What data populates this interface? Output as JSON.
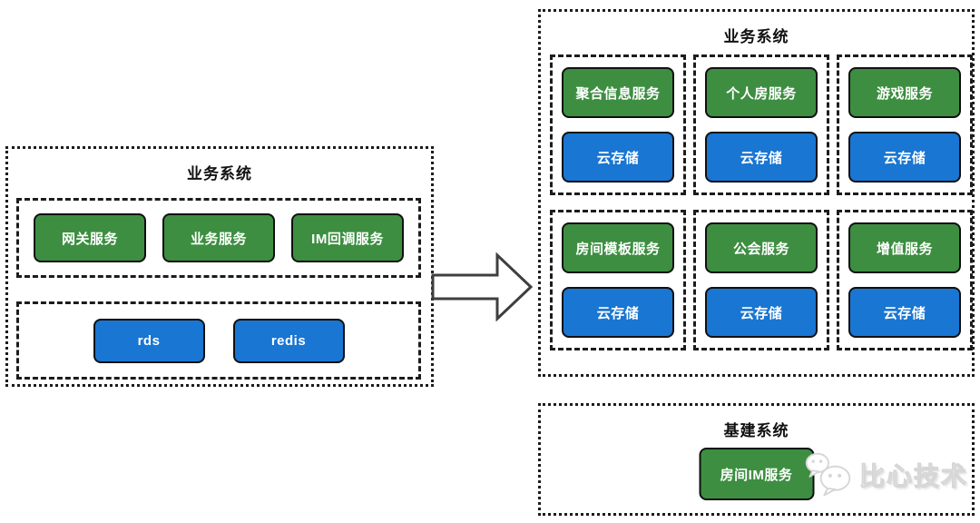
{
  "left_system": {
    "title": "业务系统",
    "services": [
      "网关服务",
      "业务服务",
      "IM回调服务"
    ],
    "datastores": [
      "rds",
      "redis"
    ]
  },
  "right_system": {
    "title": "业务系统",
    "cells": [
      {
        "service": "聚合信息服务",
        "storage": "云存储"
      },
      {
        "service": "个人房服务",
        "storage": "云存储"
      },
      {
        "service": "游戏服务",
        "storage": "云存储"
      },
      {
        "service": "房间模板服务",
        "storage": "云存储"
      },
      {
        "service": "公会服务",
        "storage": "云存储"
      },
      {
        "service": "增值服务",
        "storage": "云存储"
      }
    ]
  },
  "infra_system": {
    "title": "基建系统",
    "service": "房间IM服务"
  },
  "watermark": {
    "text": "比心技术",
    "logo_icon": "chat-bubbles-logo-icon"
  },
  "colors": {
    "service_green": "#3d8e41",
    "storage_blue": "#1976d2",
    "node_border": "#101010",
    "dashed_border": "#1c1c1c",
    "node_text": "#ffffff",
    "arrow_fill": "#ffffff",
    "arrow_stroke": "#3f3f3f",
    "watermark_gray": "#d6d6d6"
  }
}
